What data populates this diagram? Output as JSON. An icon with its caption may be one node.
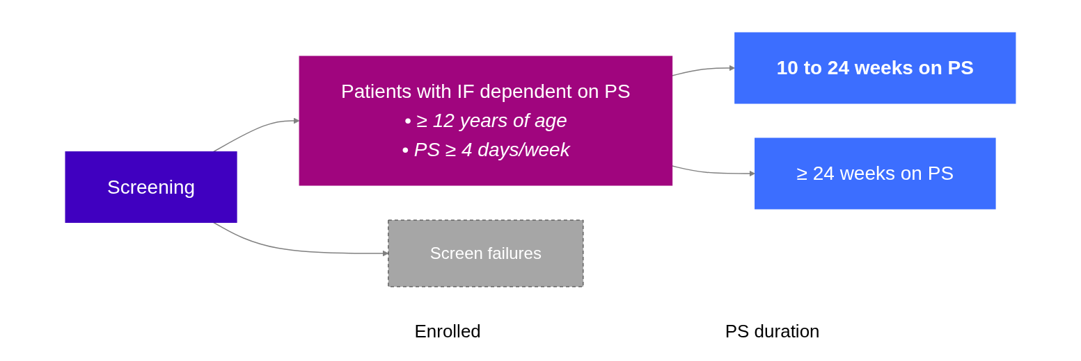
{
  "diagram": {
    "nodes": [
      {
        "text": [
          "Screening"
        ]
      },
      {
        "text": [
          "Patients with IF dependent on PS",
          "• ≥ 12 years of age",
          "• PS ≥ 4 days/week"
        ]
      },
      {
        "text": [
          "Screen failures"
        ]
      },
      {
        "text": [
          "10 to 24 weeks on PS"
        ]
      },
      {
        "text": [
          "≥ 24 weeks on PS"
        ]
      }
    ],
    "edges": [
      {
        "from": 0,
        "to": 1,
        "arrow": "to"
      },
      {
        "from": 0,
        "to": 2,
        "arrow": "to"
      },
      {
        "from": 1,
        "to": 3,
        "arrow": "to"
      },
      {
        "from": 1,
        "to": 4,
        "arrow": "to"
      }
    ],
    "labels": [
      "Enrolled",
      "PS duration"
    ]
  }
}
